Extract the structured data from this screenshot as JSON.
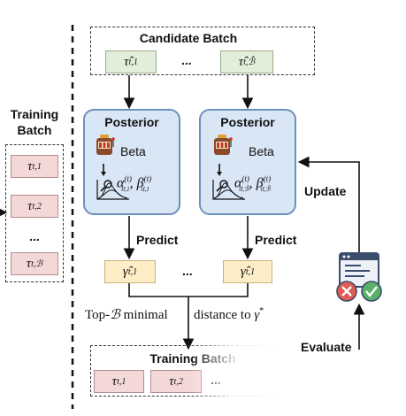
{
  "candidate_batch": {
    "title": "Candidate Batch",
    "cells": [
      "τ̂",
      "τ̂"
    ],
    "sub_first": "t,1",
    "sub_last": "t,ℬ̂",
    "ellipsis": "..."
  },
  "posterior": {
    "title": "Posterior",
    "dist": "Beta",
    "alpha": "α",
    "beta": "β",
    "sup": "(t)",
    "sub_left": "τ̂t,1",
    "sub_right": "τ̂t,ℬ̂",
    "comma": ","
  },
  "predict_label": "Predict",
  "predictions": {
    "symbol": "γ̂",
    "sub": "t,1",
    "ellipsis": "..."
  },
  "selection_text": {
    "prefix": "Top-",
    "B": "ℬ",
    "mid": " minimal",
    "rest": "distance to ",
    "gamma": "γ",
    "star": "*"
  },
  "training_batch_output": {
    "title": "Training Batch",
    "cells": [
      "τ",
      "τ"
    ],
    "subs": [
      "t,1",
      "t,2"
    ],
    "ellipsis": "..."
  },
  "training_batch_input": {
    "title_line1": "Training",
    "title_line2": "Batch",
    "cells": [
      "τ",
      "τ",
      "τ"
    ],
    "subs": [
      "t,1",
      "t,2",
      "t,ℬ"
    ],
    "ellipsis": "..."
  },
  "update_label": "Update",
  "evaluate_label": "Evaluate",
  "colors": {
    "candidate_cell": "#e2eed9",
    "training_cell": "#f4d8d8",
    "prediction_cell": "#fdeec8",
    "posterior_fill": "#d9e6f6",
    "posterior_border": "#6f8fbc",
    "evaluate_x": "#e05a52",
    "evaluate_check": "#5ab06b"
  },
  "icons": [
    "slot-machine-icon",
    "magnifier-icon",
    "distribution-icon",
    "evaluation-window-icon",
    "cross-icon",
    "check-icon"
  ]
}
